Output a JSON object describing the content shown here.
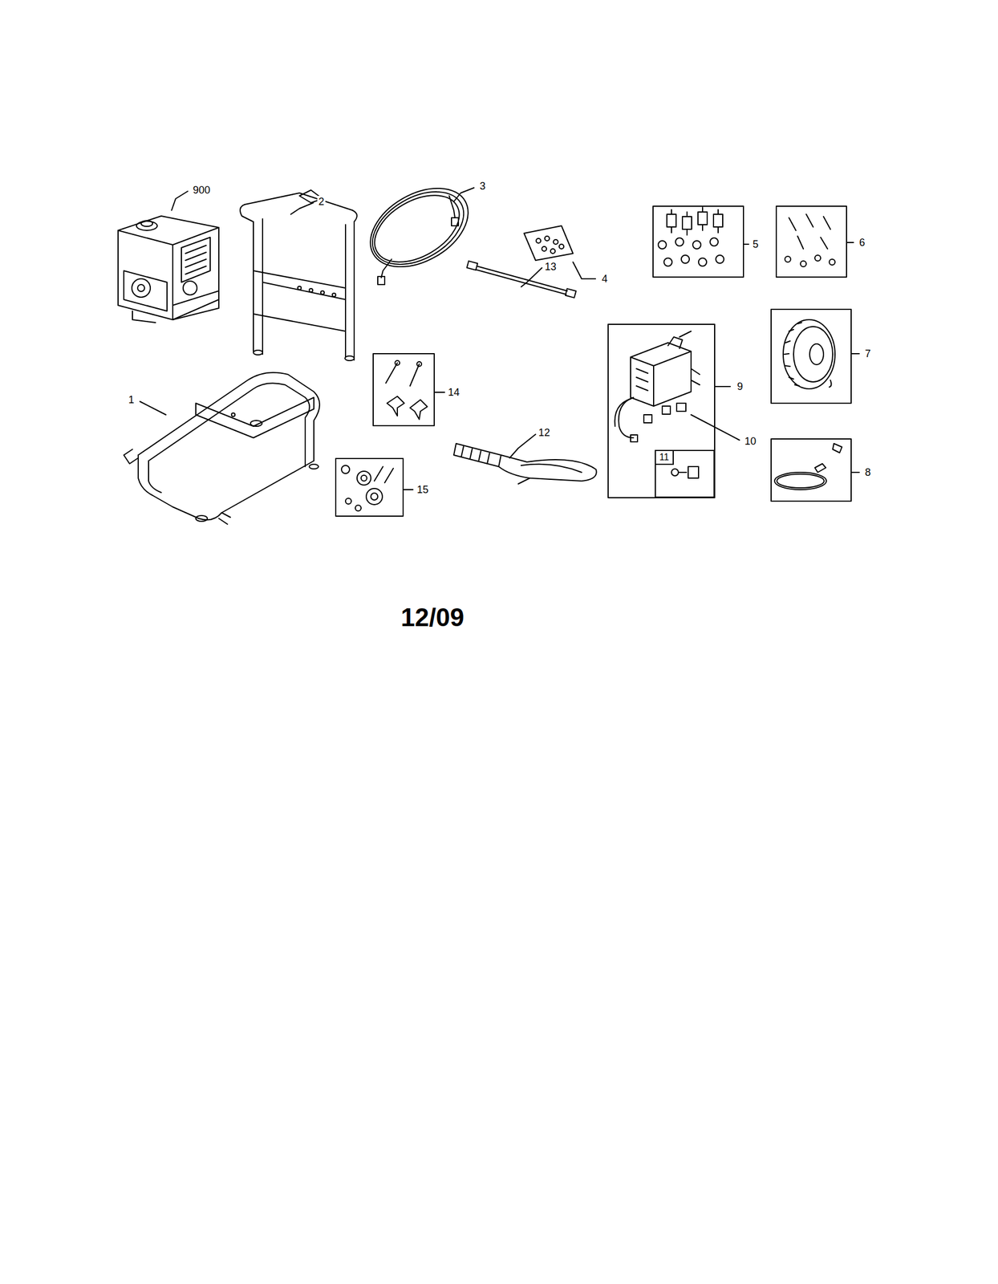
{
  "diagram": {
    "nodes": [
      {
        "text": [
          "11"
        ]
      }
    ],
    "labels": [
      "900",
      "2",
      "3",
      "4",
      "5",
      "6",
      "7",
      "13",
      "14",
      "9",
      "1",
      "12",
      "10",
      "15",
      "8",
      "12/09"
    ]
  }
}
